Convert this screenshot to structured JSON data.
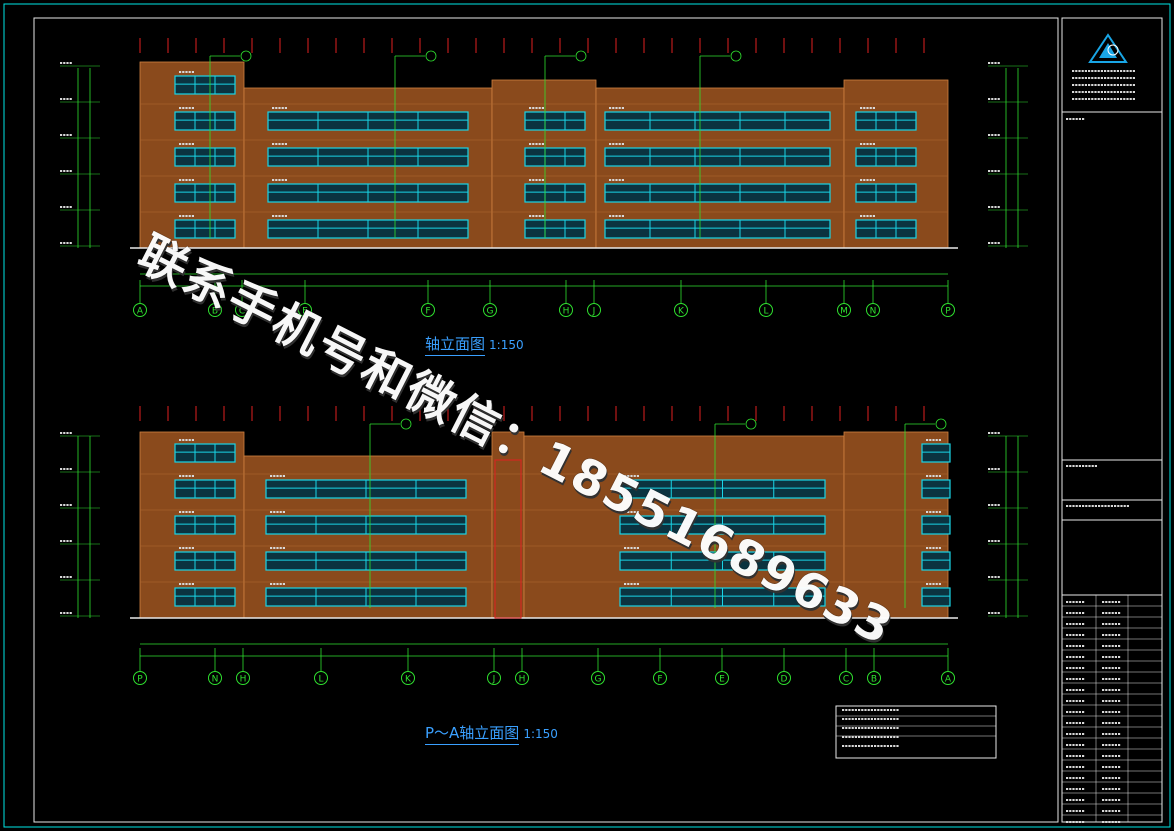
{
  "drawing": {
    "title_bottom": "P～A轴立面图",
    "title_top_partial": "轴立面图",
    "scale": "1:150",
    "top_axes": [
      "A",
      "B",
      "C",
      "E",
      "F",
      "G",
      "H",
      "J",
      "K",
      "L",
      "M",
      "N",
      "P"
    ],
    "bottom_axes": [
      "P",
      "N",
      "H",
      "L",
      "K",
      "J",
      "H",
      "G",
      "F",
      "E",
      "D",
      "C",
      "B",
      "A"
    ]
  },
  "watermark": {
    "text": "联系手机号和微信：18551689633"
  },
  "colors": {
    "background": "#000000",
    "frame": "#00e6e6",
    "facade": "#8a4a1c",
    "window": "#19d4e6",
    "axis": "#2fe02f",
    "grid_red": "#e02020",
    "title_blue": "#3aa0ff"
  },
  "icons": {
    "logo": "company-logo-icon"
  }
}
